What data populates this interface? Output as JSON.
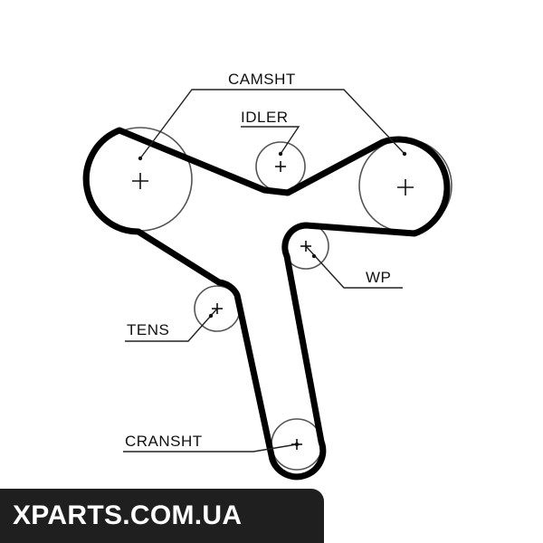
{
  "diagram": {
    "labels": {
      "camshaft": "CAMSHT",
      "idler": "IDLER",
      "water_pump": "WP",
      "tensioner": "TENS",
      "crankshaft": "CRANSHT"
    },
    "colors": {
      "belt": "#000000",
      "pulley_outline": "#555555",
      "leader": "#222222",
      "text": "#111111"
    }
  },
  "watermark": {
    "text": "XPARTS.COM.UA",
    "background": "#1f1f1f",
    "color": "#ffffff"
  }
}
